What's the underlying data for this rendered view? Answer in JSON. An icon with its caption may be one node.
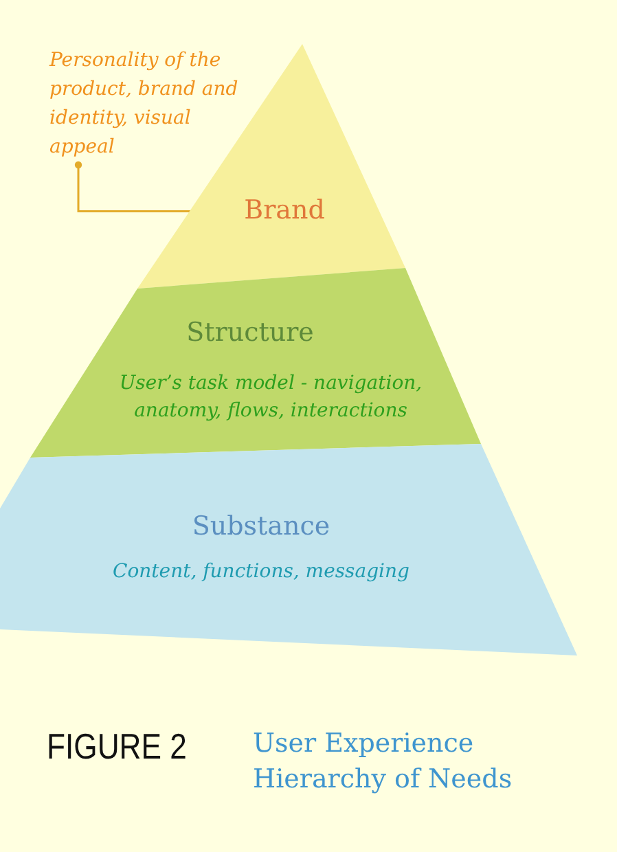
{
  "diagram": {
    "caption": "User Experience Hierarchy of Needs",
    "nodes": [
      {
        "text": [
          "Personality of the product, brand and identity, visual appeal"
        ]
      },
      {
        "text": [
          "Brand"
        ]
      },
      {
        "text": [
          "Structure",
          "User’s task model - navigation, anatomy, flows, interactions"
        ]
      },
      {
        "text": [
          "Substance",
          "Content,  functions, messaging"
        ]
      }
    ],
    "edges": [
      {
        "from": 0,
        "to": 1,
        "arrow": "other"
      }
    ],
    "labels": [
      "FIGURE 2"
    ]
  }
}
